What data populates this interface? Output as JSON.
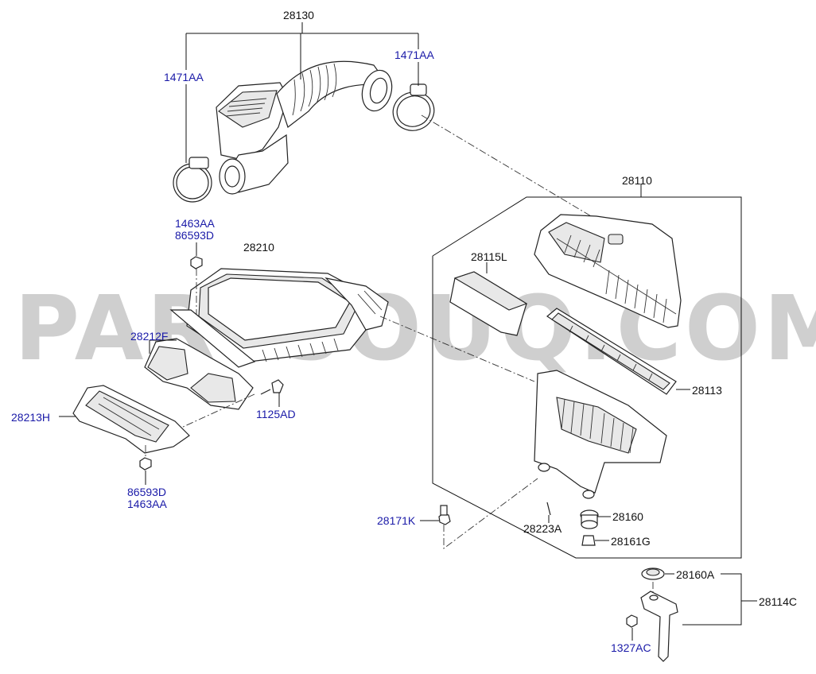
{
  "watermark": "PARTSOUQ.COM",
  "labels": {
    "l_28130": "28130",
    "l_1471AA_left": "1471AA",
    "l_1471AA_right": "1471AA",
    "l_28110": "28110",
    "l_1463AA_top": "1463AA",
    "l_86593D_top": "86593D",
    "l_28210": "28210",
    "l_28115L": "28115L",
    "l_28212F": "28212F",
    "l_28213H": "28213H",
    "l_1125AD": "1125AD",
    "l_28113": "28113",
    "l_86593D_bottom": "86593D",
    "l_1463AA_bottom": "1463AA",
    "l_28171K": "28171K",
    "l_28223A": "28223A",
    "l_28160": "28160",
    "l_28161G": "28161G",
    "l_28160A": "28160A",
    "l_28114C": "28114C",
    "l_1327AC": "1327AC"
  }
}
